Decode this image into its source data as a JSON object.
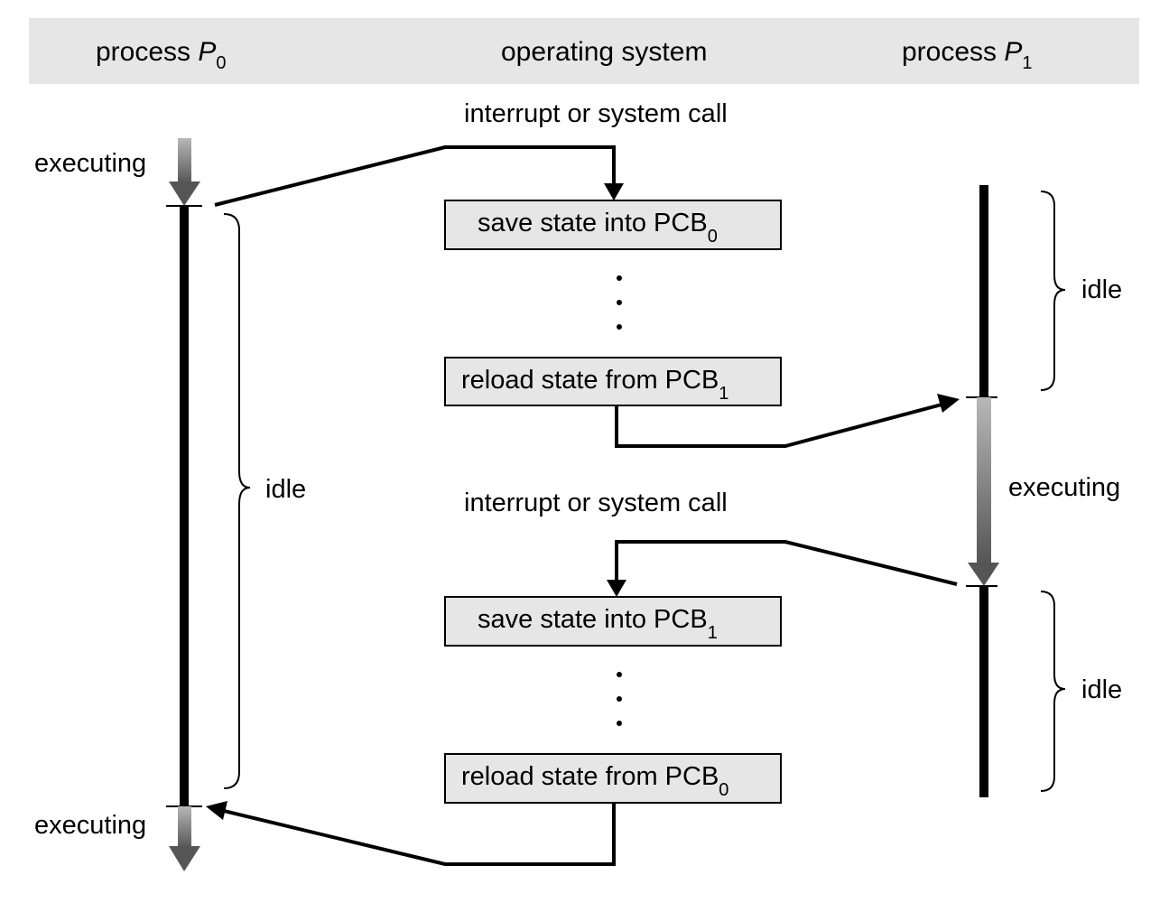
{
  "header": {
    "col_left_prefix": "process ",
    "col_left_var": "P",
    "col_left_sub": "0",
    "col_center": "operating system",
    "col_right_prefix": "process ",
    "col_right_var": "P",
    "col_right_sub": "1"
  },
  "labels": {
    "interrupt_top": "interrupt or system call",
    "interrupt_mid": "interrupt or system call",
    "p0_executing_top": "executing",
    "p0_executing_bottom": "executing",
    "p0_idle": "idle",
    "p1_idle_top": "idle",
    "p1_executing": "executing",
    "p1_idle_bottom": "idle"
  },
  "boxes": {
    "save0_text": "save state into PCB",
    "save0_sub": "0",
    "reload1_text": "reload state from PCB",
    "reload1_sub": "1",
    "save1_text": "save state into PCB",
    "save1_sub": "1",
    "reload0_text": "reload state from PCB",
    "reload0_sub": "0"
  },
  "colors": {
    "header_bg": "#e6e6e6",
    "box_bg": "#e6e6e6",
    "line": "#000000",
    "arrow_light": "#b5b5b5",
    "arrow_dark": "#555555"
  }
}
